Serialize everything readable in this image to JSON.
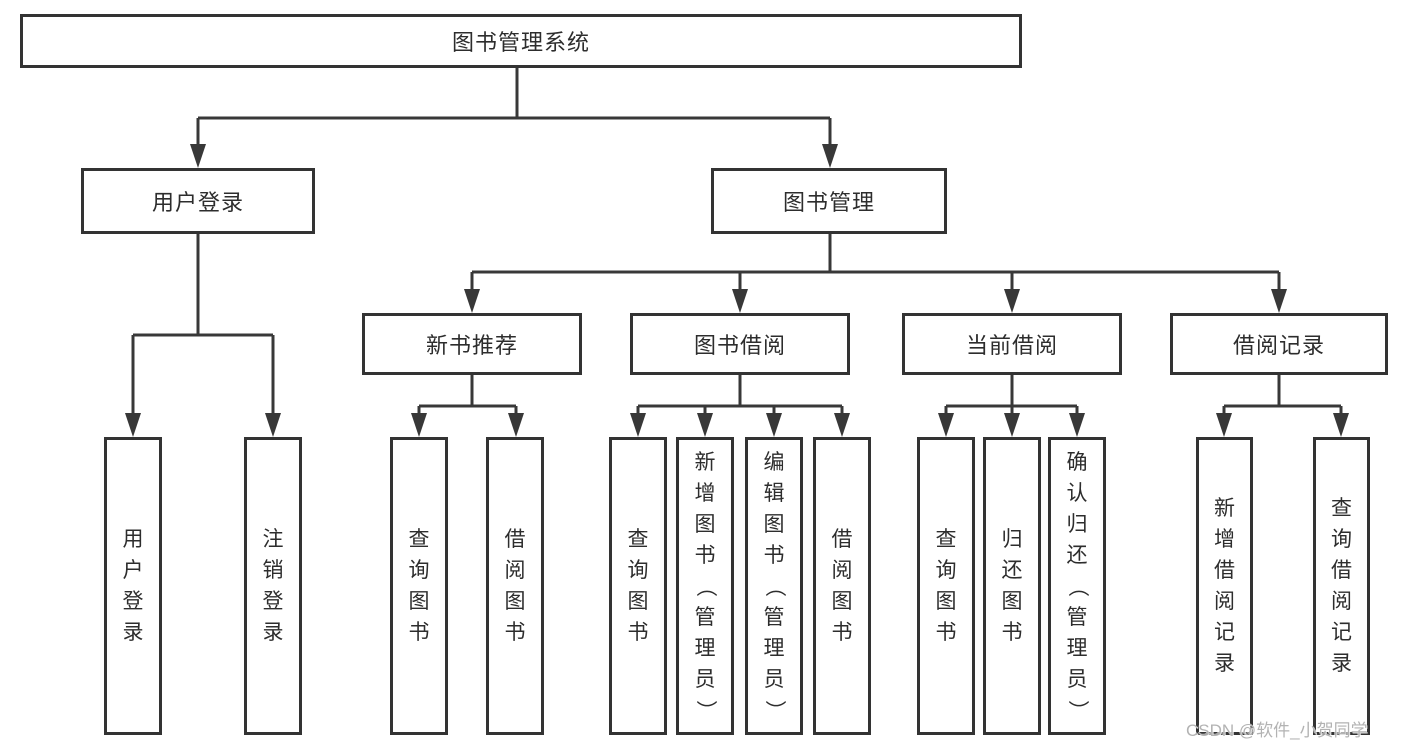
{
  "tree": {
    "label": "图书管理系统",
    "children": [
      {
        "label": "用户登录",
        "children": [
          {
            "label": "用户登录"
          },
          {
            "label": "注销登录"
          }
        ]
      },
      {
        "label": "图书管理",
        "children": [
          {
            "label": "新书推荐",
            "children": [
              {
                "label": "查询图书"
              },
              {
                "label": "借阅图书"
              }
            ]
          },
          {
            "label": "图书借阅",
            "children": [
              {
                "label": "查询图书"
              },
              {
                "label": "新增图书（管理员）"
              },
              {
                "label": "编辑图书（管理员）"
              },
              {
                "label": "借阅图书"
              }
            ]
          },
          {
            "label": "当前借阅",
            "children": [
              {
                "label": "查询图书"
              },
              {
                "label": "归还图书"
              },
              {
                "label": "确认归还（管理员）"
              }
            ]
          },
          {
            "label": "借阅记录",
            "children": [
              {
                "label": "新增借阅记录"
              },
              {
                "label": "查询借阅记录"
              }
            ]
          }
        ]
      }
    ]
  },
  "watermark": "CSDN @软件_小贺同学",
  "colors": {
    "line": "#383838",
    "box_border": "#333333",
    "text": "#2d2d2d",
    "background": "#ffffff",
    "watermark": "#b3b3b3"
  }
}
